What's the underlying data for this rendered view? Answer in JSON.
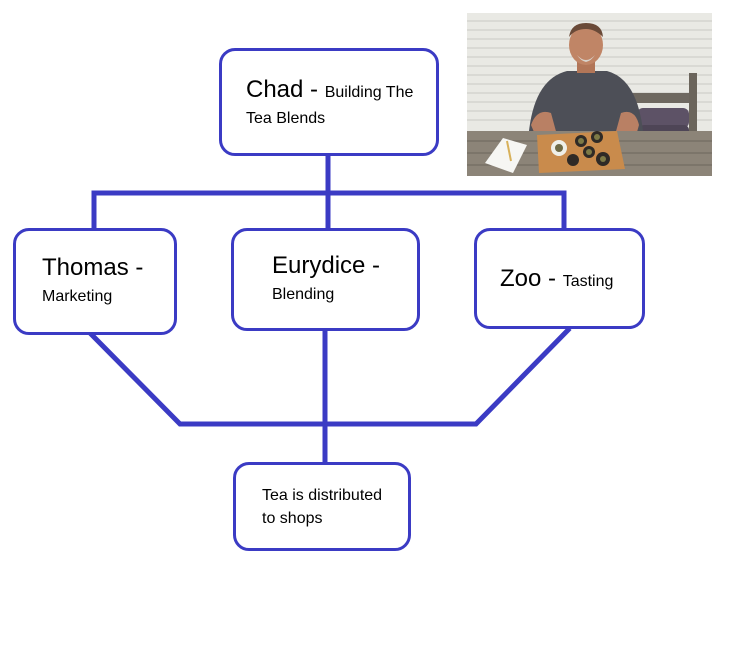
{
  "nodes": {
    "chad": {
      "name": "Chad",
      "sep": " - ",
      "role_line1": "Building The",
      "role_line2": "Tea Blends"
    },
    "thomas": {
      "name": "Thomas",
      "sep": " -",
      "role": "Marketing"
    },
    "eurydice": {
      "name": "Eurydice",
      "sep": " -",
      "role": "Blending"
    },
    "zoo": {
      "name": "Zoo",
      "sep": " - ",
      "role": "Tasting"
    },
    "distribution": {
      "line1": "Tea is distributed",
      "line2": "to shops"
    }
  },
  "photo": {
    "subject": "man-tasting-tea-photo"
  },
  "colors": {
    "stroke": "#3b3bc4",
    "background": "#ffffff"
  }
}
